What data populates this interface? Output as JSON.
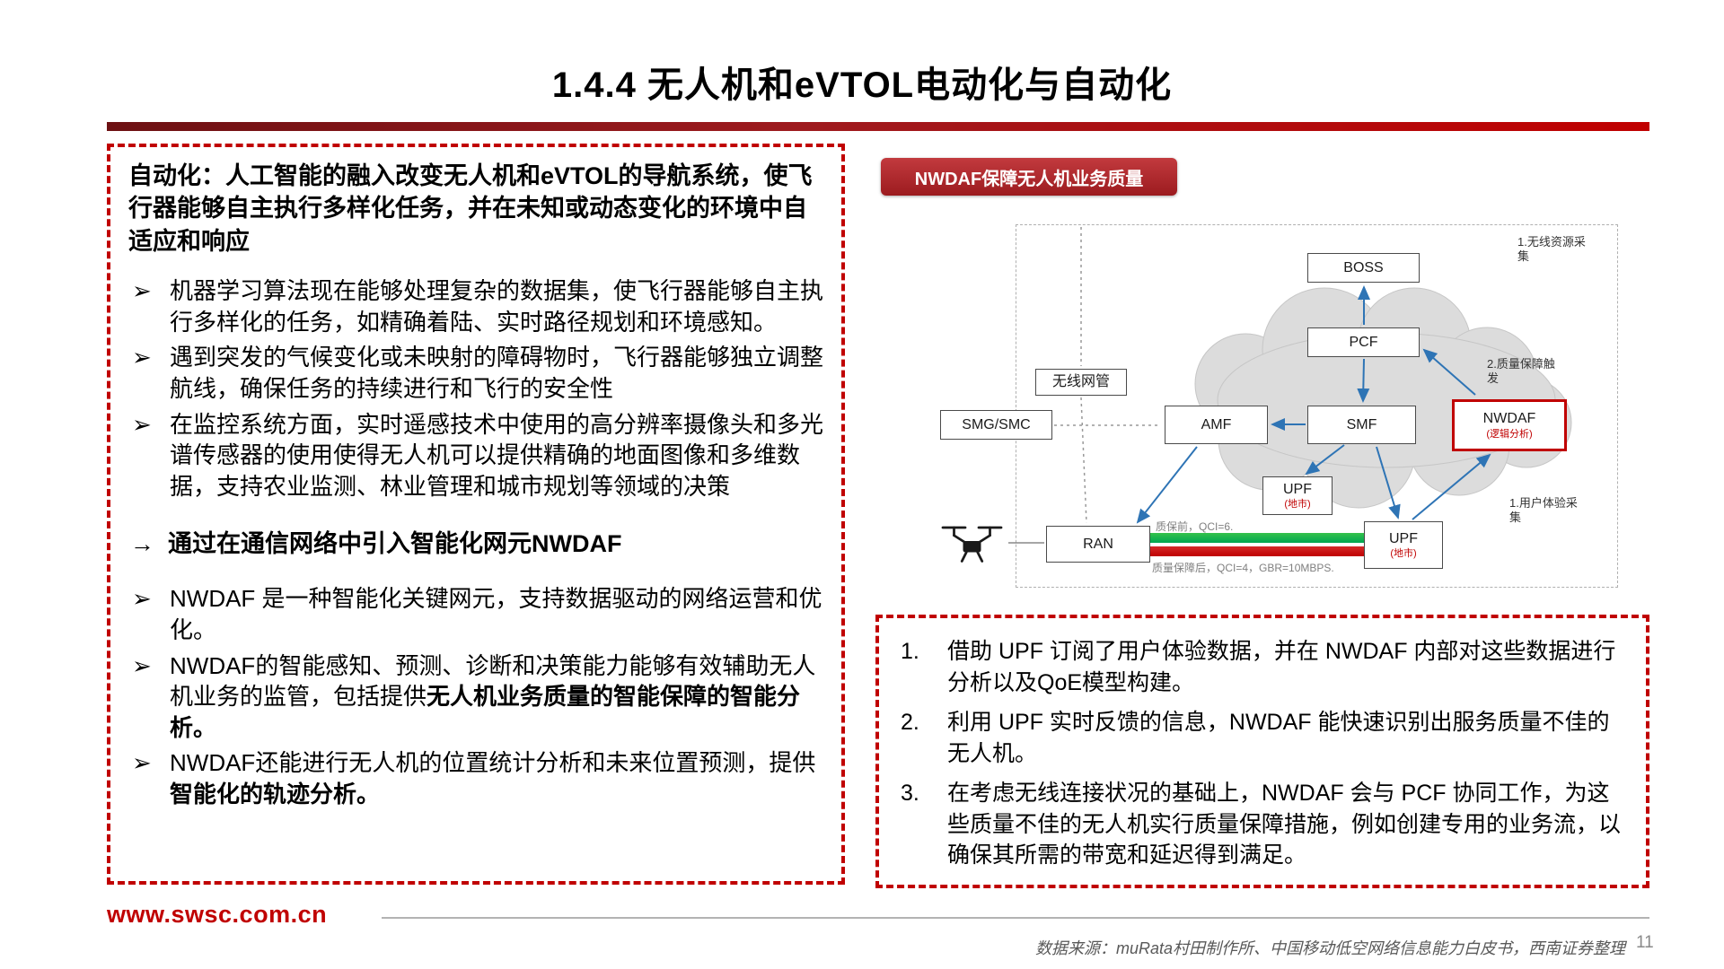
{
  "slide": {
    "title": "1.4.4 无人机和eVTOL电动化与自动化",
    "page_number": "11"
  },
  "left_panel": {
    "marker": "➢",
    "heading": "自动化：人工智能的融入改变无人机和eVTOL的导航系统，使飞行器能够自主执行多样化任务，并在未知或动态变化的环境中自适应和响应",
    "bullets": [
      "机器学习算法现在能够处理复杂的数据集，使飞行器能够自主执行多样化的任务，如精确着陆、实时路径规划和环境感知。",
      "遇到突发的气候变化或未映射的障碍物时，飞行器能够独立调整航线，确保任务的持续进行和飞行的安全性",
      "在监控系统方面，实时遥感技术中使用的高分辨率摄像头和多光谱传感器的使用使得无人机可以提供精确的地面图像和多维数据，支持农业监测、林业管理和城市规划等领域的决策"
    ],
    "arrow_marker": "→",
    "arrow_point": "通过在通信网络中引入智能化网元NWDAF",
    "bullets2": [
      {
        "pre": "NWDAF 是一种智能化关键网元，支持数据驱动的网络运营和优化。",
        "bold": ""
      },
      {
        "pre": "NWDAF的智能感知、预测、诊断和决策能力能够有效辅助无人机业务的监管，包括提供",
        "bold": "无人机业务质量的智能保障的智能分析。"
      },
      {
        "pre": "NWDAF还能进行无人机的位置统计分析和未来位置预测，提供",
        "bold": "智能化的轨迹分析。"
      }
    ]
  },
  "diagram": {
    "badge": "NWDAF保障无人机业务质量",
    "nodes": {
      "boss": "BOSS",
      "pcf": "PCF",
      "wireless_mgmt": "无线网管",
      "smg": "SMG/SMC",
      "amf": "AMF",
      "smf": "SMF",
      "nwdaf": "NWDAF",
      "nwdaf_sub": "(逻辑分析)",
      "upf_mid": "UPF",
      "upf_mid_sub": "(地市)",
      "ran": "RAN",
      "upf_right": "UPF",
      "upf_right_sub": "(地市)"
    },
    "annotations": {
      "radio": "1.无线资源采集",
      "trigger": "2.质量保障触发",
      "ux": "1.用户体验采集"
    },
    "qos": {
      "before": "质保前，QCI=6.",
      "after": "质量保障后，QCI=4，GBR=10MBPS."
    }
  },
  "steps": [
    {
      "num": "1.",
      "text": "借助 UPF 订阅了用户体验数据，并在 NWDAF 内部对这些数据进行分析以及QoE模型构建。"
    },
    {
      "num": "2.",
      "text": "利用 UPF 实时反馈的信息，NWDAF 能快速识别出服务质量不佳的无人机。"
    },
    {
      "num": "3.",
      "text": "在考虑无线连接状况的基础上，NWDAF 会与 PCF 协同工作，为这些质量不佳的无人机实行质量保障措施，例如创建专用的业务流，以确保其所需的带宽和延迟得到满足。"
    }
  ],
  "footer": {
    "url": "www.swsc.com.cn",
    "source": "数据来源：muRata村田制作所、中国移动低空网络信息能力白皮书，西南证券整理"
  },
  "colors": {
    "accent": "#c00000",
    "arrow_blue": "#2e74b5",
    "qos_good": "#00a651",
    "qos_bad": "#c00000"
  }
}
